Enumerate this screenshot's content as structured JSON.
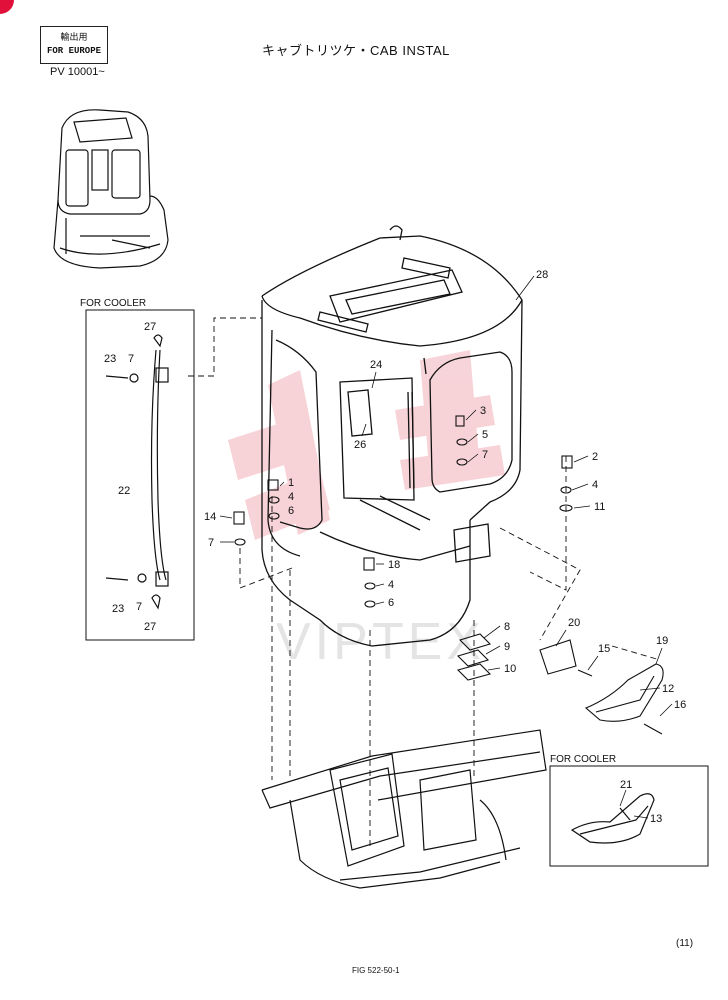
{
  "header": {
    "stamp_jp": "輸出用",
    "stamp_en": "FOR EUROPE",
    "serial": "PV 10001~",
    "title": "キャブトリツケ・CAB INSTAL"
  },
  "footer": {
    "page_ref": "(11)",
    "fig_no": "FIG 522-50-1"
  },
  "watermark": "VIPTEX",
  "insets": {
    "cooler_left": "FOR COOLER",
    "cooler_right": "FOR COOLER"
  },
  "callouts": {
    "c28": "28",
    "c24": "24",
    "c26": "26",
    "c3": "3",
    "c5": "5",
    "c7a": "7",
    "c2": "2",
    "c4a": "4",
    "c11": "11",
    "c1": "1",
    "c4b": "4",
    "c6a": "6",
    "c14": "14",
    "c7b": "7",
    "c18": "18",
    "c4c": "4",
    "c6b": "6",
    "c8": "8",
    "c9": "9",
    "c10": "10",
    "c20": "20",
    "c15": "15",
    "c19": "19",
    "c12": "12",
    "c16": "16",
    "c21": "21",
    "c13": "13",
    "c27a": "27",
    "c23a": "23",
    "c7c": "7",
    "c22": "22",
    "c23b": "23",
    "c7d": "7",
    "c27b": "27"
  }
}
